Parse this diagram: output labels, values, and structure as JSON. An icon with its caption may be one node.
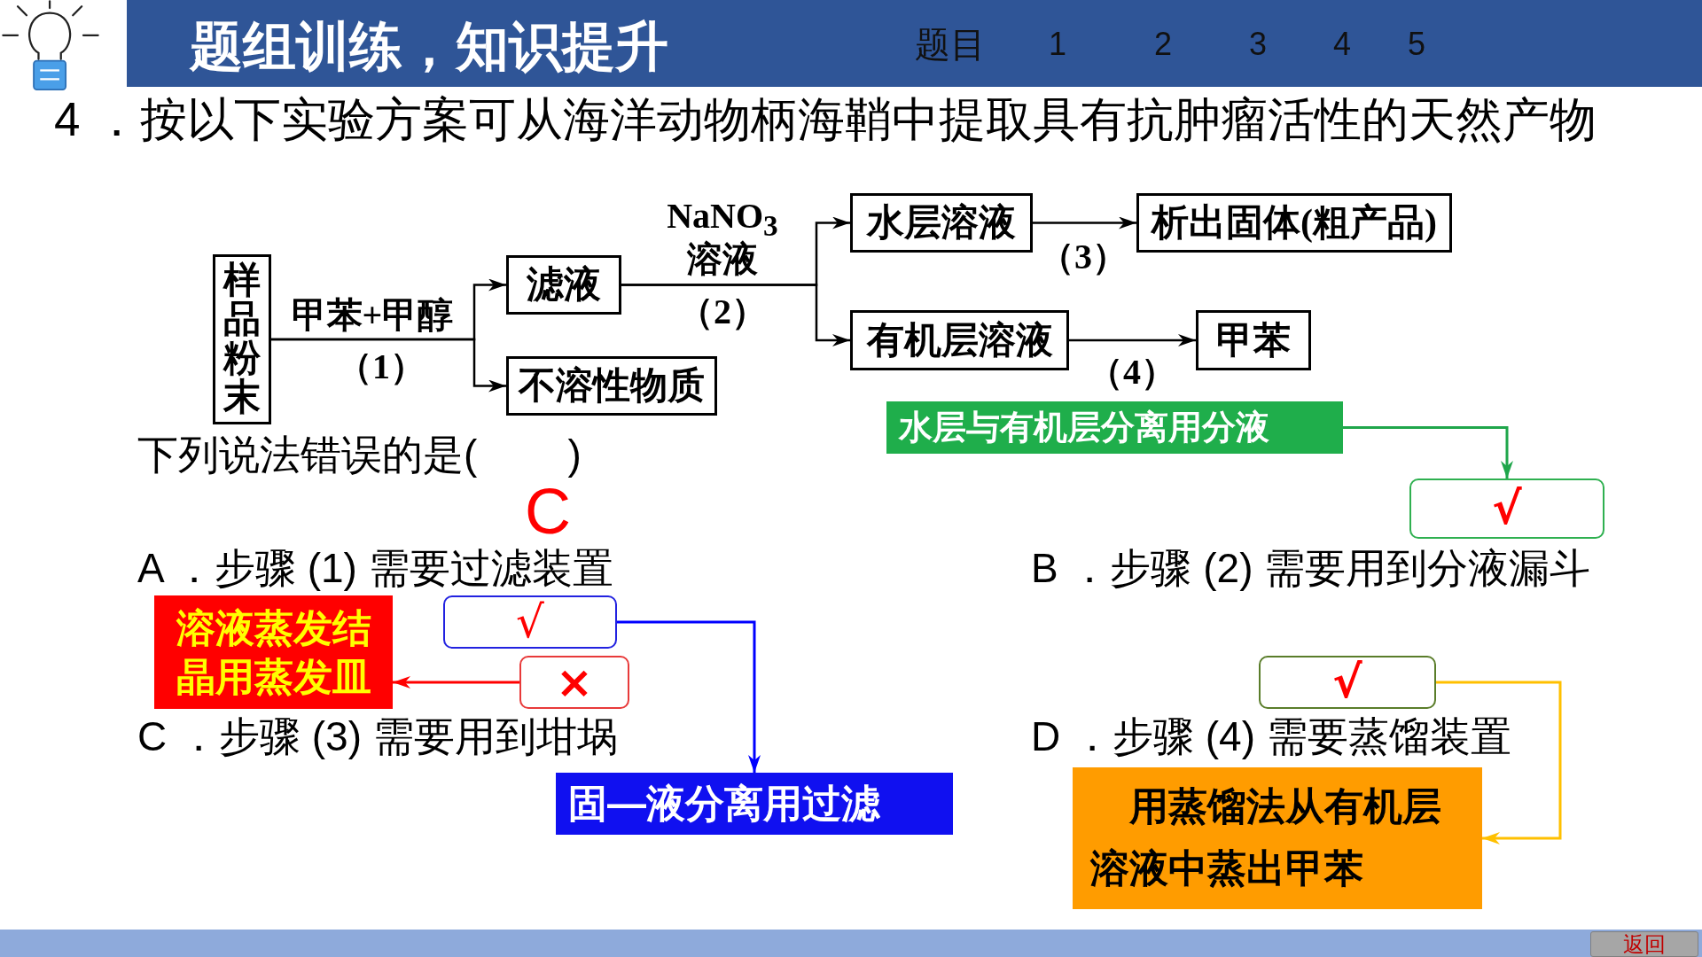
{
  "diagram": {
    "title": "题组训练，知识提升",
    "nodes": [
      {
        "text": [
          "样品粉末"
        ]
      },
      {
        "text": [
          "滤液"
        ]
      },
      {
        "text": [
          "不溶性物质"
        ]
      },
      {
        "text": [
          "水层溶液"
        ]
      },
      {
        "text": [
          "析出固体(粗产品)"
        ]
      },
      {
        "text": [
          "有机层溶液"
        ]
      },
      {
        "text": [
          "甲苯"
        ]
      },
      {
        "text": [
          "水层与有机层分离用分液"
        ]
      },
      {
        "text": [
          "√"
        ]
      },
      {
        "text": [
          "√"
        ]
      },
      {
        "text": [
          "×"
        ]
      },
      {
        "text": [
          "√"
        ]
      },
      {
        "text": [
          "溶液蒸发结晶用蒸发皿"
        ]
      },
      {
        "text": [
          "固—液分离用过滤"
        ]
      },
      {
        "text": [
          "用蒸馏法从有机层溶液中蒸出甲苯"
        ]
      }
    ],
    "edges": [
      {
        "from": 0,
        "to": 1,
        "arrow": "to",
        "label": "甲苯+甲醇"
      },
      {
        "from": 0,
        "to": 2,
        "arrow": "to",
        "label": "（1）"
      },
      {
        "from": 1,
        "to": 3,
        "arrow": "to",
        "label": "NaNO$_{3}$ 溶液"
      },
      {
        "from": 1,
        "to": 5,
        "arrow": "to",
        "label": "（2）"
      },
      {
        "from": 3,
        "to": 4,
        "arrow": "to",
        "label": "（3）"
      },
      {
        "from": 5,
        "to": 6,
        "arrow": "to",
        "label": "（4）"
      },
      {
        "from": 7,
        "to": 9,
        "arrow": "to",
        "color": "#1fa64b"
      },
      {
        "from": 8,
        "to": 13,
        "arrow": "to",
        "color": "#0000ff"
      },
      {
        "from": 10,
        "to": 12,
        "arrow": "to",
        "color": "#ff0000"
      },
      {
        "from": 11,
        "to": 14,
        "arrow": "to",
        "color": "#ffc000"
      }
    ],
    "labels": [
      "题目",
      "1",
      "2",
      "3",
      "4",
      "5",
      "4 ．按以下实验方案可从海洋动物柄海鞘中提取具有抗肿瘤活性的天然产物",
      "下列说法错误的是(        )",
      "C",
      "A ．步骤 (1) 需要过滤装置",
      "B ．步骤 (2) 需要用到分液漏斗",
      "C ．步骤 (3) 需要用到坩埚",
      "D ．步骤 (4) 需要蒸馏装置",
      "返回"
    ]
  }
}
